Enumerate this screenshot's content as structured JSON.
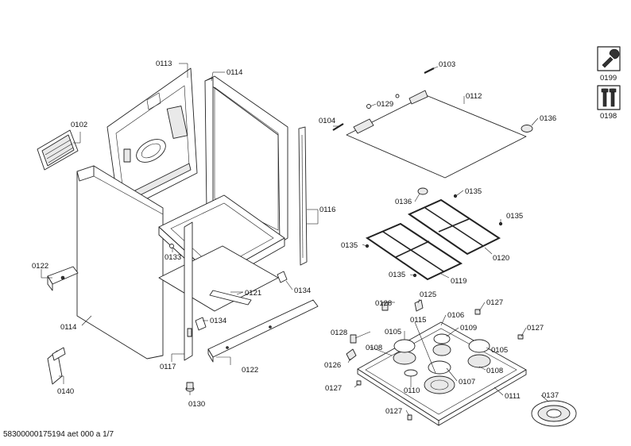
{
  "labels": {
    "p0113": "0113",
    "p0114a": "0114",
    "p0102": "0102",
    "p0122a": "0122",
    "p0114b": "0114",
    "p0133": "0133",
    "p0121": "0121",
    "p0134a": "0134",
    "p0134b": "0134",
    "p0117": "0117",
    "p0122b": "0122",
    "p0140": "0140",
    "p0130": "0130",
    "p0116": "0116",
    "p0103": "0103",
    "p0129": "0129",
    "p0112": "0112",
    "p0104": "0104",
    "p0136a": "0136",
    "p0136b": "0136",
    "p0135a": "0135",
    "p0135b": "0135",
    "p0135c": "0135",
    "p0135d": "0135",
    "p0120": "0120",
    "p0119": "0119",
    "p0128a": "0128",
    "p0125": "0125",
    "p0127a": "0127",
    "p0127b": "0127",
    "p0127c": "0127",
    "p0127d": "0127",
    "p0106": "0106",
    "p0115": "0115",
    "p0109": "0109",
    "p0105a": "0105",
    "p0105b": "0105",
    "p0128b": "0128",
    "p0108a": "0108",
    "p0108b": "0108",
    "p0126": "0126",
    "p0110": "0110",
    "p0107": "0107",
    "p0111": "0111",
    "p0137": "0137",
    "p0199": "0199",
    "p0198": "0198"
  },
  "icons": {
    "i0199": "wrench-icon",
    "i0198": "screws-icon"
  },
  "footer": {
    "text": "58300000175194 aet 000 a 1/7"
  }
}
